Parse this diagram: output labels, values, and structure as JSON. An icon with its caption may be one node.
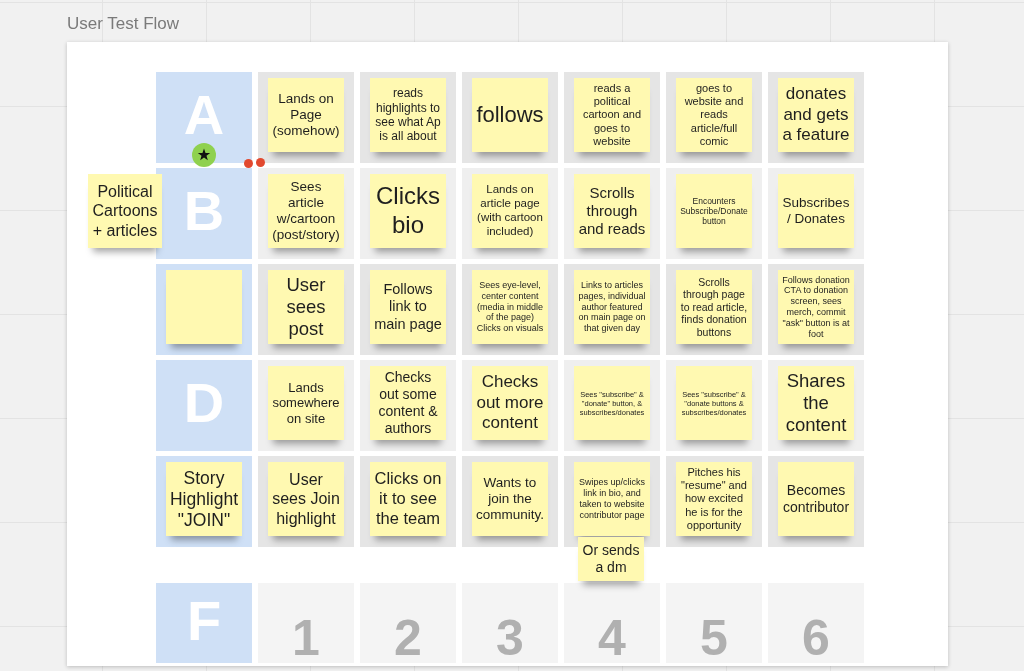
{
  "diagram": {
    "title": "User Test Flow",
    "nodes": [
      {
        "text": [
          "A"
        ]
      },
      {
        "text": [],
        "shape": "box"
      },
      {
        "text": [
          "Lands on Page (somehow)"
        ],
        "in": 1
      },
      {
        "text": [],
        "shape": "box"
      },
      {
        "text": [
          "reads highlights to see what Ap is all about"
        ],
        "in": 3
      },
      {
        "text": [],
        "shape": "box"
      },
      {
        "text": [
          "follows"
        ],
        "in": 5
      },
      {
        "text": [],
        "shape": "box"
      },
      {
        "text": [
          "reads a political cartoon and goes to website"
        ],
        "in": 7
      },
      {
        "text": [],
        "shape": "box"
      },
      {
        "text": [
          "goes to website and reads article/full comic"
        ],
        "in": 9
      },
      {
        "text": [],
        "shape": "box"
      },
      {
        "text": [
          "donates and gets a feature"
        ],
        "in": 11
      },
      {
        "text": [
          "Political Cartoons + articles"
        ]
      },
      {
        "text": [
          "B"
        ]
      },
      {
        "text": [],
        "shape": "box"
      },
      {
        "text": [
          "Sees article w/cartoon (post/story)"
        ],
        "in": 15
      },
      {
        "text": [],
        "shape": "box"
      },
      {
        "text": [
          "Clicks bio"
        ],
        "in": 17
      },
      {
        "text": [],
        "shape": "box"
      },
      {
        "text": [
          "Lands on article page (with cartoon included)"
        ],
        "in": 19
      },
      {
        "text": [],
        "shape": "box"
      },
      {
        "text": [
          "Scrolls through and reads"
        ],
        "in": 21
      },
      {
        "text": [],
        "shape": "box"
      },
      {
        "text": [
          "Encounters Subscribe/Donate button"
        ],
        "in": 23
      },
      {
        "text": [],
        "shape": "box"
      },
      {
        "text": [
          "Subscribes / Donates"
        ],
        "in": 25
      },
      {
        "text": [],
        "shape": "box"
      },
      {
        "text": [],
        "shape": "box",
        "in": 27
      },
      {
        "text": [],
        "shape": "box"
      },
      {
        "text": [
          "User sees post"
        ],
        "in": 29
      },
      {
        "text": [],
        "shape": "box"
      },
      {
        "text": [
          "Follows link to main page"
        ],
        "in": 31
      },
      {
        "text": [],
        "shape": "box"
      },
      {
        "text": [
          "Sees eye-level, center content (media in middle of the page) Clicks on visuals"
        ],
        "in": 33
      },
      {
        "text": [],
        "shape": "box"
      },
      {
        "text": [
          "Links to articles pages, individual author featured on main page on that given day"
        ],
        "in": 35
      },
      {
        "text": [],
        "shape": "box"
      },
      {
        "text": [
          "Scrolls through page to read article, finds donation buttons"
        ],
        "in": 37
      },
      {
        "text": [],
        "shape": "box"
      },
      {
        "text": [
          "Follows donation CTA to donation screen, sees merch, commit \"ask\" button is at foot"
        ],
        "in": 39
      },
      {
        "text": [
          "D"
        ]
      },
      {
        "text": [],
        "shape": "box"
      },
      {
        "text": [
          "Lands somewhere on site"
        ],
        "in": 42
      },
      {
        "text": [],
        "shape": "box"
      },
      {
        "text": [
          "Checks out some content & authors"
        ],
        "in": 44
      },
      {
        "text": [],
        "shape": "box"
      },
      {
        "text": [
          "Checks out more content"
        ],
        "in": 46
      },
      {
        "text": [],
        "shape": "box"
      },
      {
        "text": [
          "Sees \"subscribe\" & \"donate\" button, & subscribes/donates"
        ],
        "in": 48
      },
      {
        "text": [],
        "shape": "box"
      },
      {
        "text": [
          "Sees \"subscribe\" & \"donate buttons & subscribes/donates"
        ],
        "in": 50
      },
      {
        "text": [],
        "shape": "box"
      },
      {
        "text": [
          "Shares the content"
        ],
        "in": 52
      },
      {
        "text": [],
        "shape": "box"
      },
      {
        "text": [
          "Story Highlight \"JOIN\""
        ],
        "in": 54
      },
      {
        "text": [],
        "shape": "box"
      },
      {
        "text": [
          "User sees Join highlight"
        ],
        "in": 56
      },
      {
        "text": [],
        "shape": "box"
      },
      {
        "text": [
          "Clicks on it to see the team"
        ],
        "in": 58
      },
      {
        "text": [],
        "shape": "box"
      },
      {
        "text": [
          "Wants to join the community."
        ],
        "in": 60
      },
      {
        "text": [],
        "shape": "box"
      },
      {
        "text": [
          "Swipes up/clicks link in bio, and taken to website contributor page"
        ],
        "in": 62
      },
      {
        "text": [],
        "shape": "box"
      },
      {
        "text": [
          "Pitches his \"resume\" and how excited he is for the opportunity"
        ],
        "in": 64
      },
      {
        "text": [],
        "shape": "box"
      },
      {
        "text": [
          "Becomes contributor"
        ],
        "in": 66
      },
      {
        "text": [
          "Or sends a dm"
        ]
      },
      {
        "text": [
          "F"
        ]
      },
      {
        "text": [
          "1"
        ]
      },
      {
        "text": [
          "2"
        ]
      },
      {
        "text": [
          "3"
        ]
      },
      {
        "text": [
          "4"
        ]
      },
      {
        "text": [
          "5"
        ]
      },
      {
        "text": [
          "6"
        ]
      }
    ]
  }
}
